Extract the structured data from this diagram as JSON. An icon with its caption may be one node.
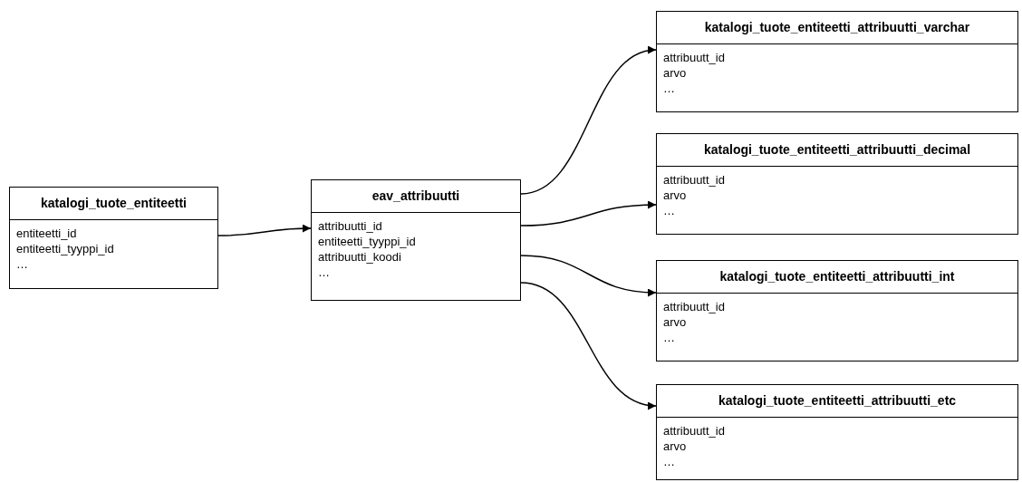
{
  "diagram": {
    "nodes": [
      {
        "text": [
          "katalogi_tuote_entiteetti",
          "entiteetti_id",
          "entiteetti_tyyppi_id",
          "…"
        ]
      },
      {
        "text": [
          "eav_attribuutti",
          "attribuutti_id",
          "entiteetti_tyyppi_id",
          "attribuutti_koodi",
          "…"
        ]
      },
      {
        "text": [
          "katalogi_tuote_entiteetti_attribuutti_varchar",
          "attribuutt_id",
          "arvo",
          "…"
        ]
      },
      {
        "text": [
          "katalogi_tuote_entiteetti_attribuutti_decimal",
          "attribuutt_id",
          "arvo",
          "…"
        ]
      },
      {
        "text": [
          "katalogi_tuote_entiteetti_attribuutti_int",
          "attribuutt_id",
          "arvo",
          "…"
        ]
      },
      {
        "text": [
          "katalogi_tuote_entiteetti_attribuutti_etc",
          "attribuutt_id",
          "arvo",
          "…"
        ]
      }
    ],
    "edges": [
      {
        "from": 0,
        "to": 1,
        "arrow": "to"
      },
      {
        "from": 1,
        "to": 2,
        "arrow": "to"
      },
      {
        "from": 1,
        "to": 3,
        "arrow": "to"
      },
      {
        "from": 1,
        "to": 4,
        "arrow": "to"
      },
      {
        "from": 1,
        "to": 5,
        "arrow": "to"
      }
    ]
  }
}
